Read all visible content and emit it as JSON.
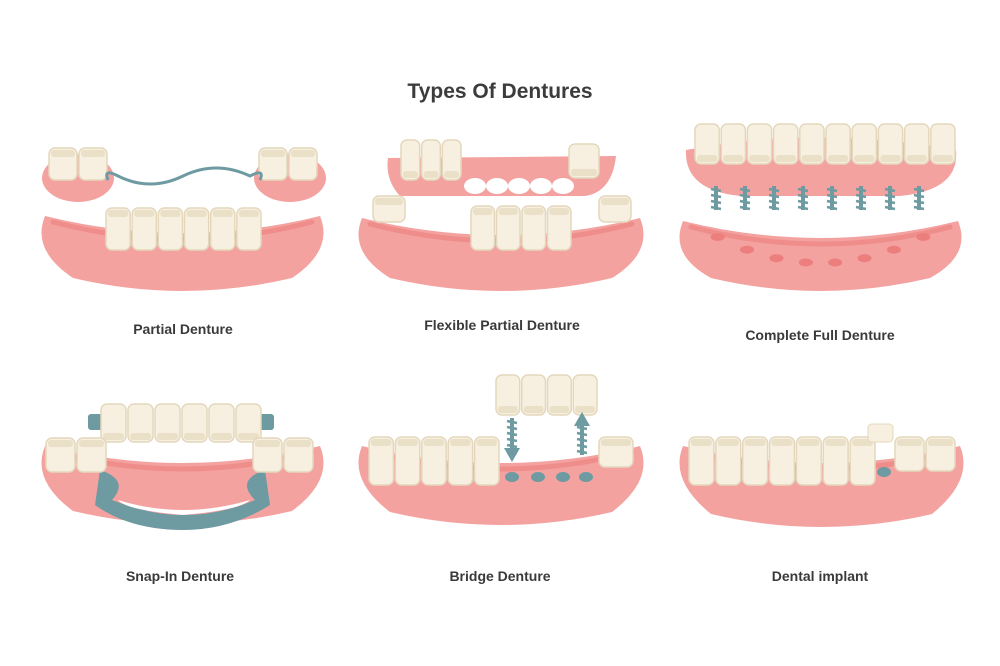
{
  "title": "Types Of  Dentures",
  "panels": [
    {
      "label": "Partial Denture"
    },
    {
      "label": "Flexible Partial Denture"
    },
    {
      "label": "Complete Full Denture"
    },
    {
      "label": "Snap-In Denture"
    },
    {
      "label": "Bridge Denture"
    },
    {
      "label": "Dental implant"
    }
  ],
  "colors": {
    "gum": "#f3a2a0",
    "gum_dark": "#ec7f7d",
    "tooth": "#f7f0e1",
    "tooth_shade": "#e4d7bc",
    "metal": "#6e9aa2"
  }
}
